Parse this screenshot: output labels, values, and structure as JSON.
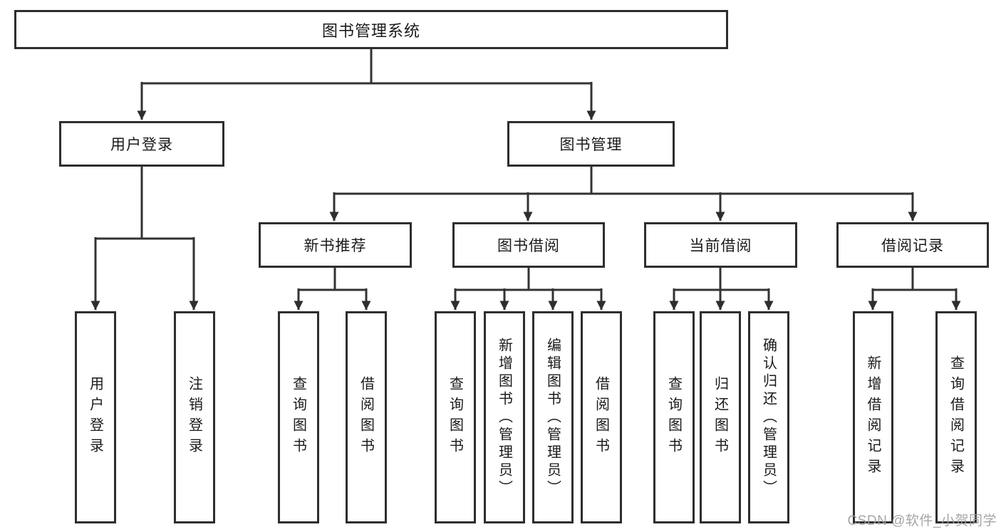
{
  "diagram": {
    "root": "图书管理系统",
    "branches": [
      {
        "label": "用户登录",
        "children": [
          "用户登录",
          "注销登录"
        ]
      },
      {
        "label": "图书管理",
        "children": [
          {
            "label": "新书推荐",
            "children": [
              "查询图书",
              "借阅图书"
            ]
          },
          {
            "label": "图书借阅",
            "children": [
              "查询图书",
              "新增图书（管理员）",
              "编辑图书（管理员）",
              "借阅图书"
            ]
          },
          {
            "label": "当前借阅",
            "children": [
              "查询图书",
              "归还图书",
              "确认归还（管理员）"
            ]
          },
          {
            "label": "借阅记录",
            "children": [
              "新增借阅记录",
              "查询借阅记录"
            ]
          }
        ]
      }
    ]
  },
  "watermark": "CSDN @软件_小贺同学",
  "colors": {
    "line": "#333333",
    "text": "#1a1a1a",
    "watermark": "#9e9e9e",
    "box_background": "#ffffff"
  }
}
